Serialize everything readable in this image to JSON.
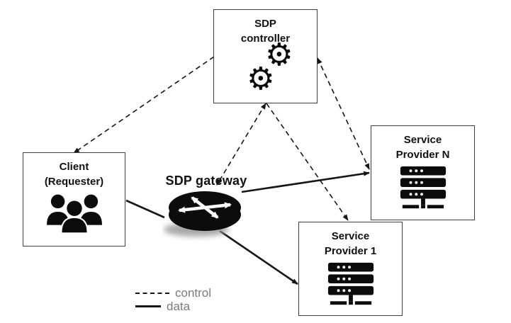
{
  "nodes": {
    "controller": {
      "label": "SDP\ncontroller",
      "icon": "gears-icon"
    },
    "client": {
      "label": "Client\n(Requester)",
      "icon": "users-icon"
    },
    "provider_n": {
      "label": "Service\nProvider N",
      "icon": "server-icon"
    },
    "provider_1": {
      "label": "Service\nProvider 1",
      "icon": "server-icon"
    },
    "gateway": {
      "label": "SDP gateway",
      "icon": "router-icon"
    }
  },
  "edges": [
    {
      "from": "controller",
      "to": "client",
      "type": "control"
    },
    {
      "from": "controller",
      "to": "gateway",
      "type": "control"
    },
    {
      "from": "controller",
      "to": "provider_n",
      "type": "control"
    },
    {
      "from": "controller",
      "to": "provider_1",
      "type": "control"
    },
    {
      "from": "client",
      "to": "gateway",
      "type": "data"
    },
    {
      "from": "gateway",
      "to": "provider_n",
      "type": "data"
    },
    {
      "from": "gateway",
      "to": "provider_1",
      "type": "data"
    }
  ],
  "legend": {
    "items": [
      {
        "type": "control",
        "label": "control"
      },
      {
        "type": "data",
        "label": "data"
      }
    ]
  },
  "icons": {
    "gear_glyph": "⚙"
  },
  "colors": {
    "line": "#161616",
    "box_border": "#3f3f3f",
    "text": "#111111",
    "legend_text": "#7b7b7b"
  }
}
